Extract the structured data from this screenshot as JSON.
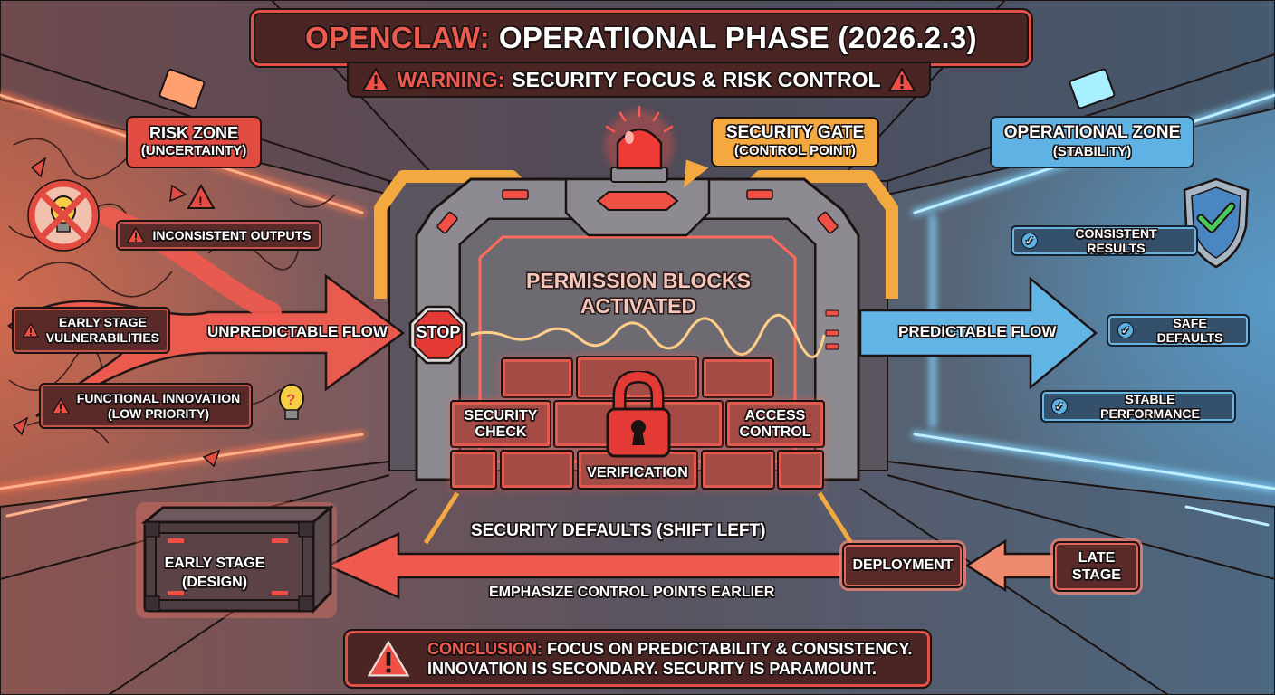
{
  "header": {
    "title_accent": "OPENCLAW:",
    "title_main": "OPERATIONAL PHASE (2026.2.3)",
    "warning_accent": "WARNING:",
    "warning_main": "SECURITY FOCUS & RISK CONTROL",
    "warning_icon": "warning-triangle-icon"
  },
  "risk_zone": {
    "title": "RISK ZONE",
    "subtitle": "(UNCERTAINTY)",
    "items": [
      {
        "label": "INCONSISTENT OUTPUTS",
        "icon": "warning-triangle-icon"
      },
      {
        "label_line1": "EARLY STAGE",
        "label_line2": "VULNERABILITIES",
        "icon": "warning-triangle-icon"
      },
      {
        "label_line1": "FUNCTIONAL INNOVATION",
        "label_line2": "(LOW PRIORITY)",
        "icon": "warning-triangle-icon"
      }
    ],
    "flow_label": "UNPREDICTABLE FLOW",
    "icons": [
      "crossed-out-lightbulb-icon",
      "question-lightbulb-icon"
    ]
  },
  "gate": {
    "callout_title": "SECURITY GATE",
    "callout_subtitle": "(CONTROL POINT)",
    "stop_label": "STOP",
    "status_line1": "PERMISSION BLOCKS",
    "status_line2": "ACTIVATED",
    "blocks": {
      "left_line1": "SECURITY",
      "left_line2": "CHECK",
      "right_line1": "ACCESS",
      "right_line2": "CONTROL",
      "bottom": "VERIFICATION"
    },
    "icons": [
      "alarm-beacon-icon",
      "padlock-icon",
      "stop-sign-icon"
    ]
  },
  "operational_zone": {
    "title": "OPERATIONAL ZONE",
    "subtitle": "(STABILITY)",
    "items": [
      {
        "label": "CONSISTENT RESULTS",
        "icon": "check-circle-icon"
      },
      {
        "label": "SAFE DEFAULTS",
        "icon": "check-circle-icon"
      },
      {
        "label": "STABLE PERFORMANCE",
        "icon": "check-circle-icon"
      }
    ],
    "flow_label": "PREDICTABLE FLOW",
    "icons": [
      "shield-check-icon"
    ]
  },
  "shift_left": {
    "title": "SECURITY DEFAULTS (SHIFT LEFT)",
    "subtitle": "EMPHASIZE CONTROL POINTS EARLIER",
    "early_stage_line1": "EARLY STAGE",
    "early_stage_line2": "(DESIGN)",
    "deployment": "DEPLOYMENT",
    "late_stage_line1": "LATE",
    "late_stage_line2": "STAGE"
  },
  "conclusion": {
    "accent": "CONCLUSION:",
    "line1": "FOCUS ON PREDICTABILITY & CONSISTENCY.",
    "line2": "INNOVATION IS SECONDARY. SECURITY IS PARAMOUNT.",
    "icon": "warning-triangle-icon"
  },
  "colors": {
    "risk_red": "#e24b42",
    "accent_red": "#ef5a4f",
    "gate_orange": "#f3a840",
    "stable_blue": "#5fb2e4",
    "panel_dark": "#4a2524",
    "check_green": "#4cc95a"
  }
}
